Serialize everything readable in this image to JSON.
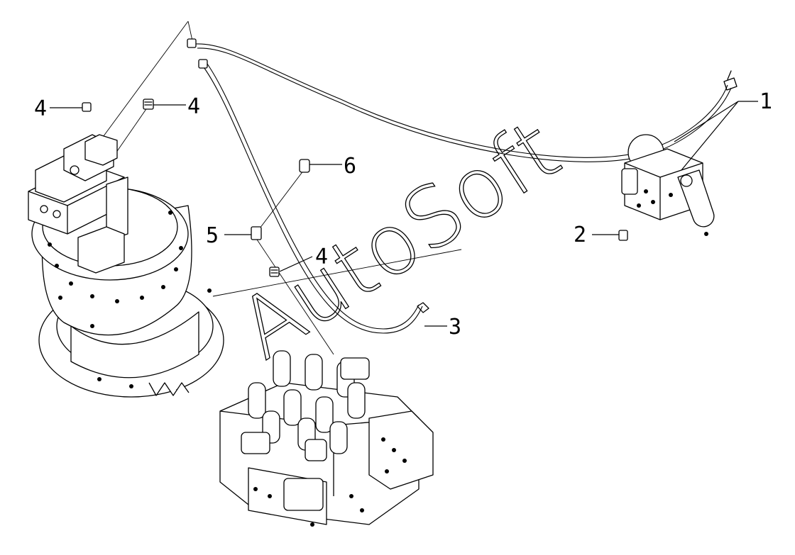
{
  "watermark": "AutoSoft",
  "callouts": [
    {
      "id": "c1",
      "label": "1"
    },
    {
      "id": "c2",
      "label": "2"
    },
    {
      "id": "c3",
      "label": "3"
    },
    {
      "id": "c4a",
      "label": "4"
    },
    {
      "id": "c4b",
      "label": "4"
    },
    {
      "id": "c4c",
      "label": "4"
    },
    {
      "id": "c5",
      "label": "5"
    },
    {
      "id": "c6",
      "label": "6"
    }
  ]
}
